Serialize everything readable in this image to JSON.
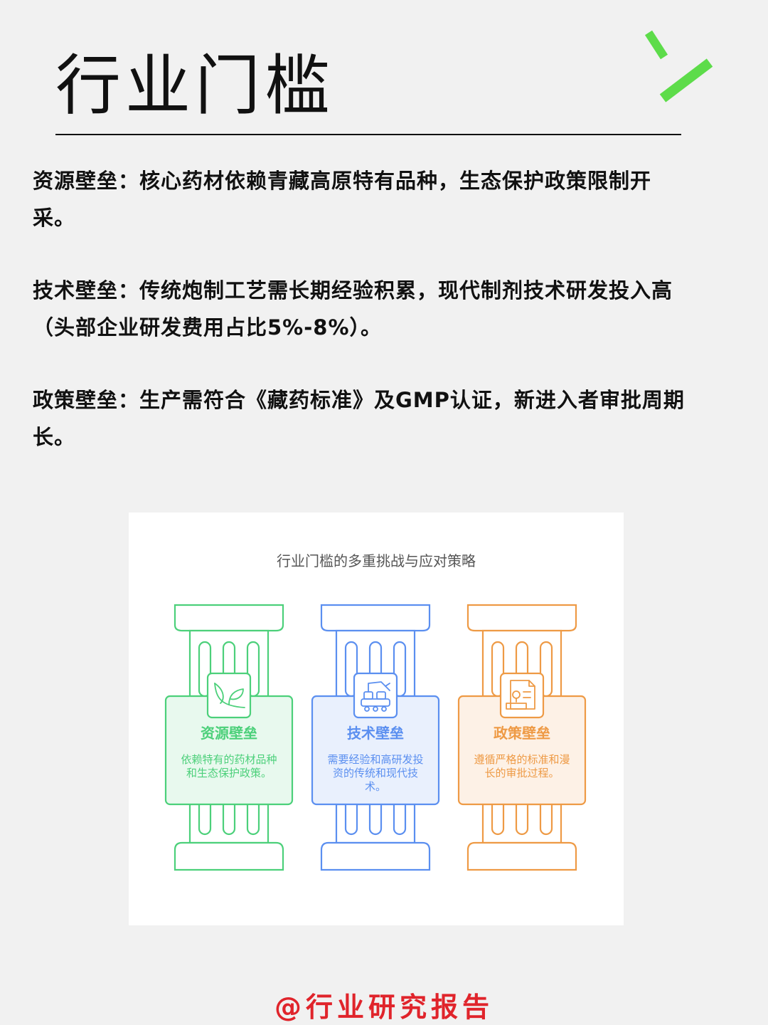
{
  "header": {
    "title": "行业门槛",
    "accent_color": "#5ddc4a"
  },
  "paragraphs": [
    {
      "lines": [
        "资源壁垒：核心药材依赖青藏高原特有品种，生态保护政策限制开",
        "采。"
      ]
    },
    {
      "lines": [
        "技术壁垒：传统炮制工艺需长期经验积累，现代制剂技术研发投入高",
        "（头部企业研发费用占比5%-8%）。"
      ]
    },
    {
      "lines": [
        "政策壁垒：生产需符合《藏药标准》及GMP认证，新进入者审批周期",
        "长。"
      ]
    }
  ],
  "figure": {
    "title": "行业门槛的多重挑战与应对策略",
    "pillars": [
      {
        "heading": "资源壁垒",
        "desc": [
          "依赖特有的药材品种",
          "和生态保护政策。"
        ],
        "color": "#4cd07a",
        "fill": "#e8f9ee",
        "icon": "plant-icon"
      },
      {
        "heading": "技术壁垒",
        "desc": [
          "需要经验和高研发投",
          "资的传统和现代技",
          "术。"
        ],
        "color": "#5b8ff0",
        "fill": "#e9f0fd",
        "icon": "robot-arm-icon"
      },
      {
        "heading": "政策壁垒",
        "desc": [
          "遵循严格的标准和漫",
          "长的审批过程。"
        ],
        "color": "#ee9a45",
        "fill": "#fdf1e6",
        "icon": "document-stamp-icon"
      }
    ]
  },
  "footer": {
    "text": "@行业研究报告",
    "color": "#e0242b"
  }
}
